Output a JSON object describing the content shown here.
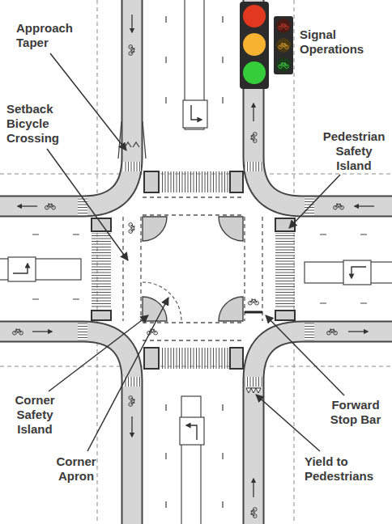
{
  "diagram": {
    "labels": [
      "Approach Taper",
      "Signal Operations",
      "Setback Bicycle Crossing",
      "Pedestrian Safety Island",
      "Corner Safety Island",
      "Forward Stop Bar",
      "Corner Apron",
      "Yield to Pedestrians"
    ]
  }
}
